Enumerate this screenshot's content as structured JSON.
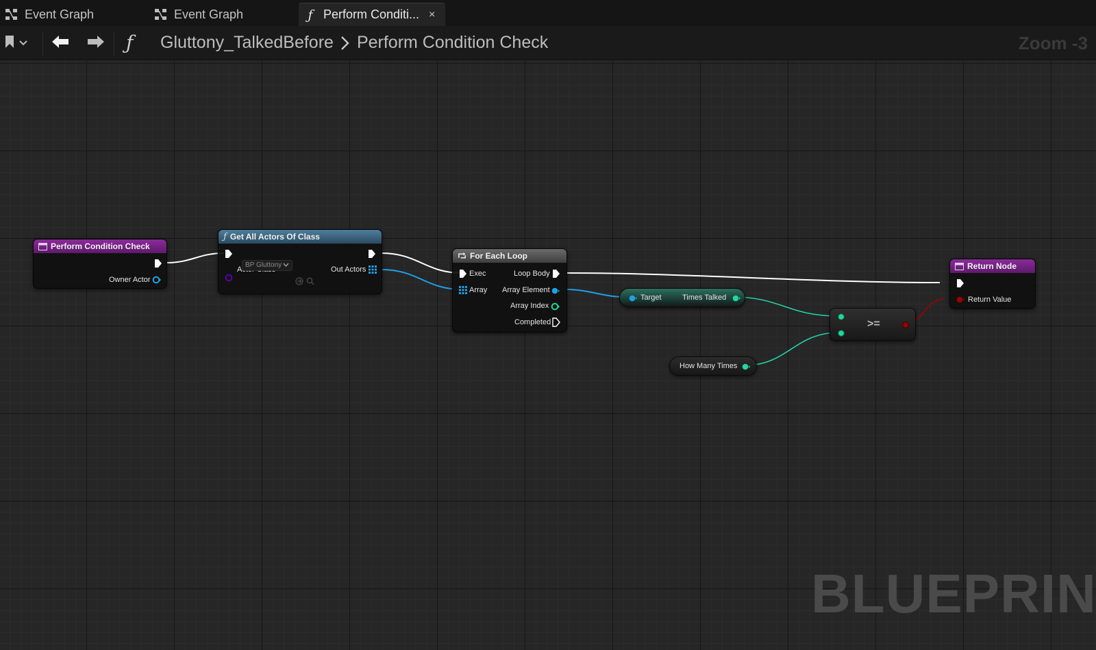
{
  "tabs": [
    {
      "label": "Event Graph",
      "icon": "event-graph-icon",
      "active": false
    },
    {
      "label": "Event Graph",
      "icon": "event-graph-icon",
      "active": false
    },
    {
      "label": "Perform Conditi...",
      "icon": "function-icon",
      "active": true,
      "close_glyph": "×"
    }
  ],
  "toolbar": {
    "breadcrumb": [
      "Gluttony_TalkedBefore",
      "Perform Condition Check"
    ],
    "zoom": "Zoom -3"
  },
  "graph": {
    "watermark": "BLUEPRINT",
    "nodes": {
      "entry": {
        "title": "Perform Condition Check",
        "pins": {
          "owner_actor": "Owner Actor"
        }
      },
      "get_all_actors": {
        "title": "Get All Actors Of Class",
        "pins": {
          "actor_class": "Actor Class",
          "class_value": "BP Gluttony",
          "out_actors": "Out Actors"
        }
      },
      "for_each": {
        "title": "For Each Loop",
        "pins": {
          "exec": "Exec",
          "array": "Array",
          "loop_body": "Loop Body",
          "array_element": "Array Element",
          "array_index": "Array Index",
          "completed": "Completed"
        }
      },
      "times_talked": {
        "target": "Target",
        "value": "Times Talked"
      },
      "how_many_times": {
        "label": "How Many Times"
      },
      "compare": {
        "operator": ">="
      },
      "return": {
        "title": "Return Node",
        "pins": {
          "return_value": "Return Value"
        }
      }
    }
  },
  "colors": {
    "exec": "#ffffff",
    "object": "#1fa0e8",
    "integer": "#21d6a0",
    "boolean": "#a00000",
    "class": "#5a00b5",
    "function_header": "#8a2b9a",
    "call_header": "#4f7f9d",
    "macro_header": "#6b6b6b"
  }
}
